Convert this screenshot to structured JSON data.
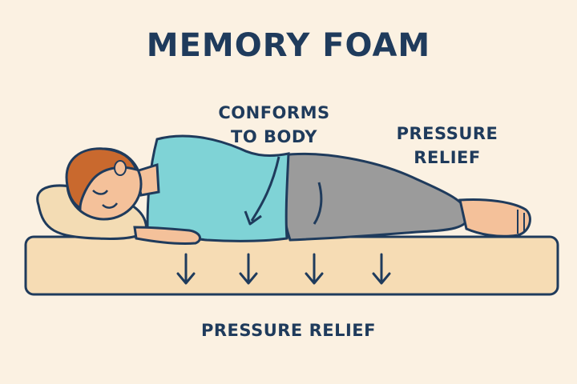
{
  "title": "MEMORY FOAM",
  "labels": {
    "conforms": [
      "CONFORMS",
      "TO BODY"
    ],
    "relief_side": [
      "PRESSURE",
      "RELIEF"
    ],
    "relief_bottom": "PRESSURE RELIEF"
  },
  "colors": {
    "background": "#fbf1e2",
    "text": "#1f3b5c",
    "outline": "#1f3b5c",
    "mattress": "#f6dcb4",
    "shirt": "#7fd3d6",
    "pants": "#9b9b9b",
    "skin": "#f4c19a",
    "hair": "#c9692e",
    "pillow": "#f3dcb4"
  },
  "icons": {
    "pressure_arrows": [
      "down-arrow-icon",
      "down-arrow-icon",
      "down-arrow-icon",
      "down-arrow-icon"
    ],
    "conform_arrow": "curved-arrow-icon"
  }
}
